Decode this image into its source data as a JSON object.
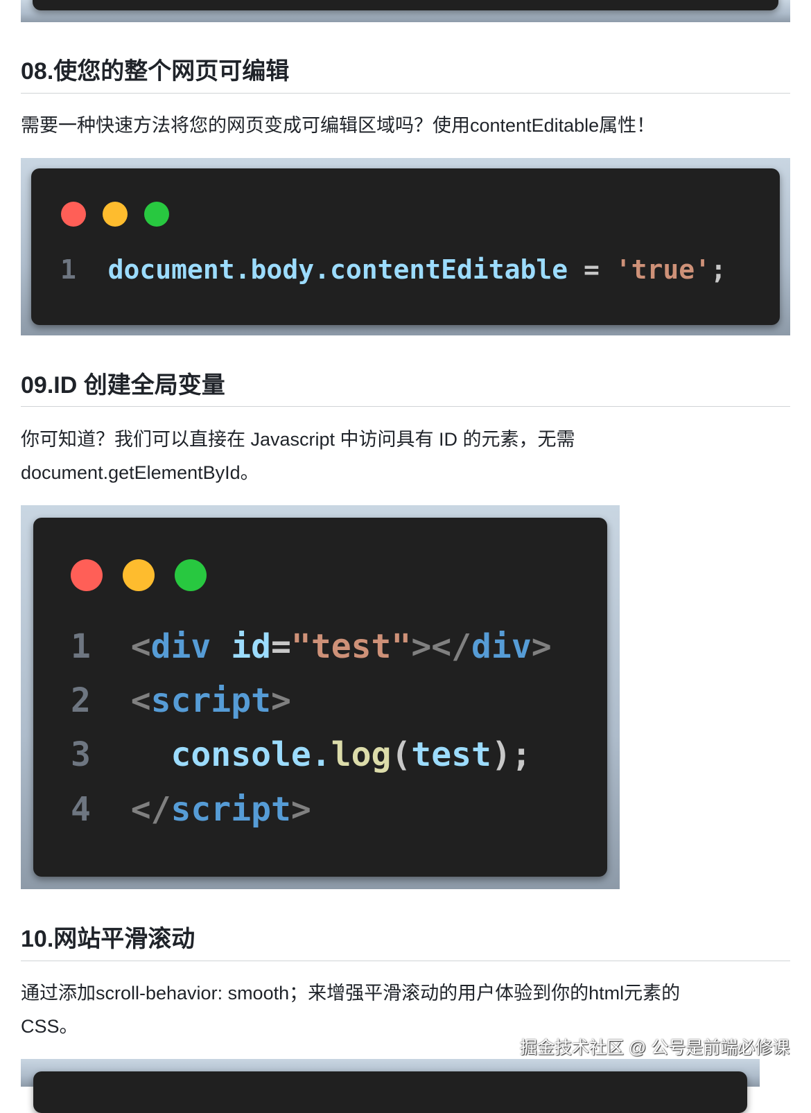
{
  "sections": [
    {
      "heading": "08.使您的整个网页可编辑",
      "text": "需要一种快速方法将您的网页变成可编辑区域吗？使用contentEditable属性！"
    },
    {
      "heading": "09.ID 创建全局变量",
      "text_line1": "你可知道？我们可以直接在 Javascript 中访问具有 ID 的元素，无需",
      "text_line2": "document.getElementById。"
    },
    {
      "heading": "10.网站平滑滚动",
      "text_line1": "通过添加scroll-behavior: smooth；来增强平滑滚动的用户体验到你的html元素的",
      "text_line2": "CSS。"
    }
  ],
  "code1": {
    "line_no": "1",
    "obj": "document.body.contentEditable",
    "eq": " = ",
    "str": "'true'",
    "semi": ";"
  },
  "code2": {
    "lines": [
      {
        "no": "1",
        "a": "<",
        "b": "div",
        "c": " id",
        "d": "=",
        "e": "\"test\"",
        "f": "></",
        "g": "div",
        "h": ">"
      },
      {
        "no": "2",
        "a": "<",
        "b": "script",
        "h": ">"
      },
      {
        "no": "3",
        "obj": "  console.",
        "fn": "log",
        "p1": "(",
        "arg": "test",
        "p2": ");"
      },
      {
        "no": "4",
        "a": "</",
        "b": "script",
        "h": ">"
      }
    ]
  },
  "window_dots": {
    "red": "#ff5f57",
    "yellow": "#febc2e",
    "green": "#28c840"
  },
  "watermark": "掘金技术社区 @ 公号是前端必修课"
}
